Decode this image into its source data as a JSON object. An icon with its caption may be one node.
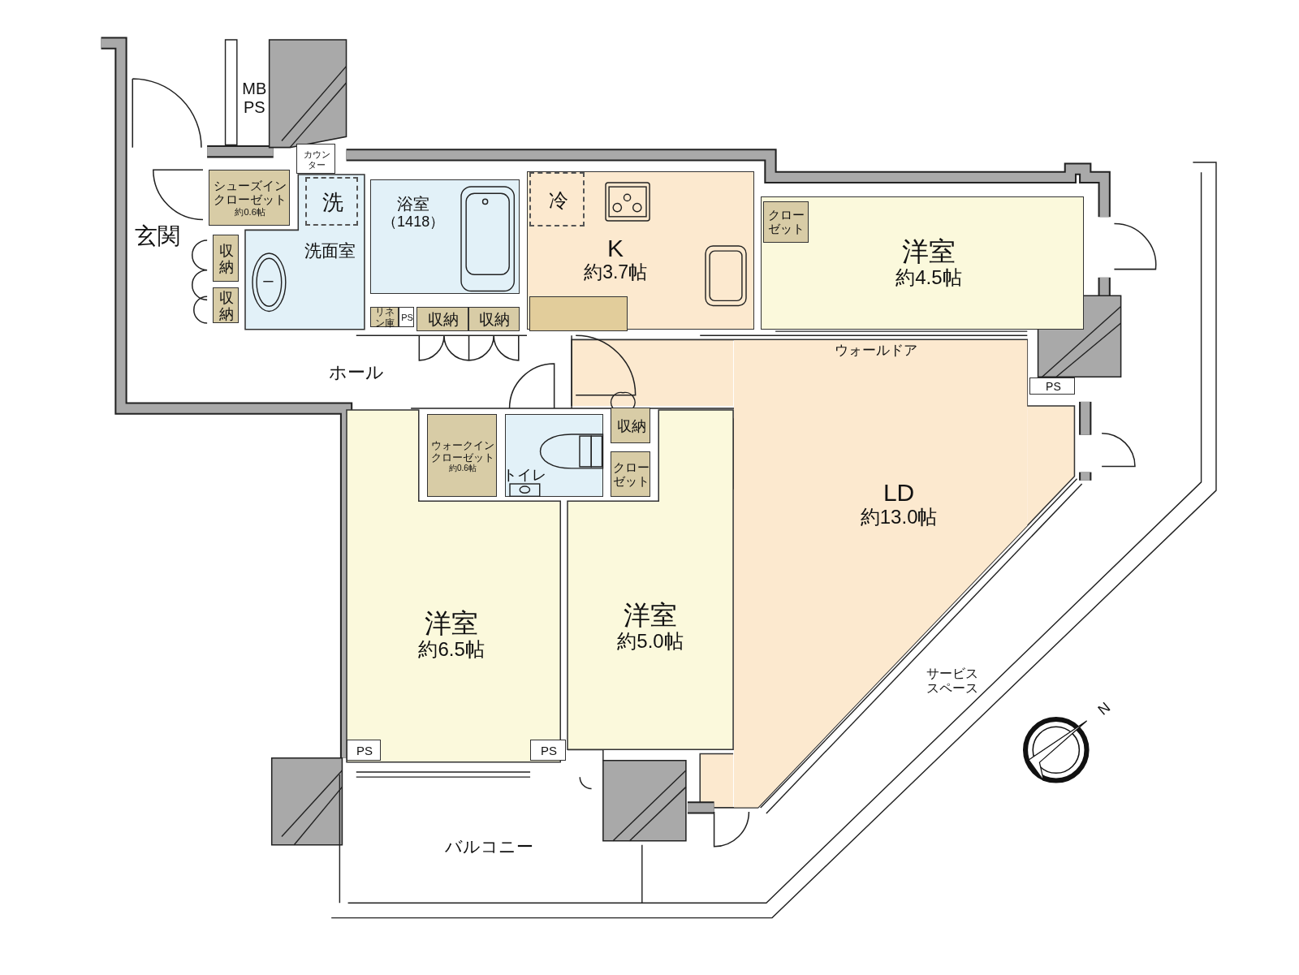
{
  "diagram": {
    "nodes": [
      {
        "text": [
          "カウンター"
        ]
      },
      {
        "text": [
          "シューズインクローゼット",
          "約0.6帖"
        ]
      },
      {
        "text": [
          "収納"
        ]
      },
      {
        "text": [
          "収納"
        ]
      },
      {
        "text": [
          "洗面室"
        ]
      },
      {
        "text": [
          "洗"
        ],
        "in": 4
      },
      {
        "text": [
          "浴室",
          "（1418）"
        ]
      },
      {
        "text": [
          "リネン庫"
        ]
      },
      {
        "text": [
          "PS"
        ]
      },
      {
        "text": [
          "収納"
        ]
      },
      {
        "text": [
          "収納"
        ]
      },
      {
        "text": [
          "K",
          "約3.7帖"
        ]
      },
      {
        "text": [
          "冷"
        ],
        "in": 11
      },
      {
        "text": [
          "洋室",
          "約4.5帖"
        ]
      },
      {
        "text": [
          "クローゼット"
        ],
        "in": 13
      },
      {
        "text": [
          "PS"
        ]
      },
      {
        "text": [
          "LD",
          "約13.0帖"
        ]
      },
      {
        "text": [
          "ウォークインクローゼット",
          "約0.6帖"
        ]
      },
      {
        "text": [
          "トイレ"
        ]
      },
      {
        "text": [
          "収納"
        ]
      },
      {
        "text": [
          "クローゼット"
        ]
      },
      {
        "text": [
          "洋室",
          "約6.5帖"
        ]
      },
      {
        "text": [
          "洋室",
          "約5.0帖"
        ]
      },
      {
        "text": [
          "PS"
        ],
        "in": 21
      },
      {
        "text": [
          "PS"
        ]
      },
      {
        "text": [],
        "shape": "box",
        "in": 11
      }
    ],
    "labels": [
      "MB PS",
      "玄関",
      "ホール",
      "ウォールドア",
      "サービススペース",
      "バルコニー",
      "N"
    ]
  }
}
